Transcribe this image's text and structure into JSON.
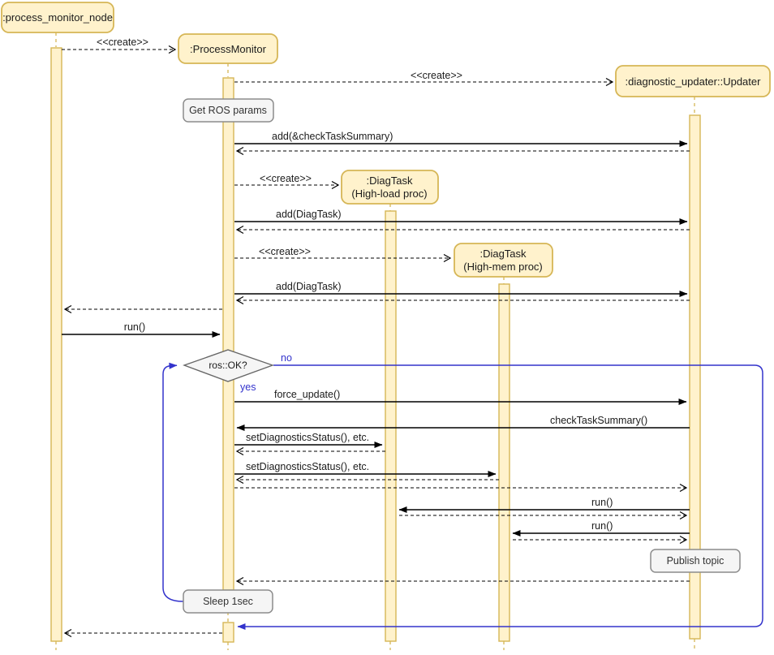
{
  "participants": {
    "node": ":process_monitor_node",
    "process_monitor": ":ProcessMonitor",
    "updater": ":diagnostic_updater::Updater",
    "diag_task_load_line1": ":DiagTask",
    "diag_task_load_line2": "(High-load proc)",
    "diag_task_mem_line1": ":DiagTask",
    "diag_task_mem_line2": "(High-mem proc)"
  },
  "notes": {
    "get_params": "Get ROS params",
    "publish_topic": "Publish topic",
    "sleep": "Sleep 1sec"
  },
  "decision": {
    "condition": "ros::OK?",
    "yes_label": "yes",
    "no_label": "no"
  },
  "messages": {
    "create": "<<create>>",
    "add_check_task_summary": "add(&checkTaskSummary)",
    "add_diag_task": "add(DiagTask)",
    "run": "run()",
    "force_update": "force_update()",
    "check_task_summary": "checkTaskSummary()",
    "set_diagnostics_status": "setDiagnosticsStatus(), etc."
  },
  "colors": {
    "participant_fill": "#FFF2CC",
    "participant_border": "#D6B656",
    "note_fill": "#F5F5F5",
    "note_border": "#8C8C8C",
    "loop_blue": "#3333CC",
    "message_line": "#000000"
  }
}
